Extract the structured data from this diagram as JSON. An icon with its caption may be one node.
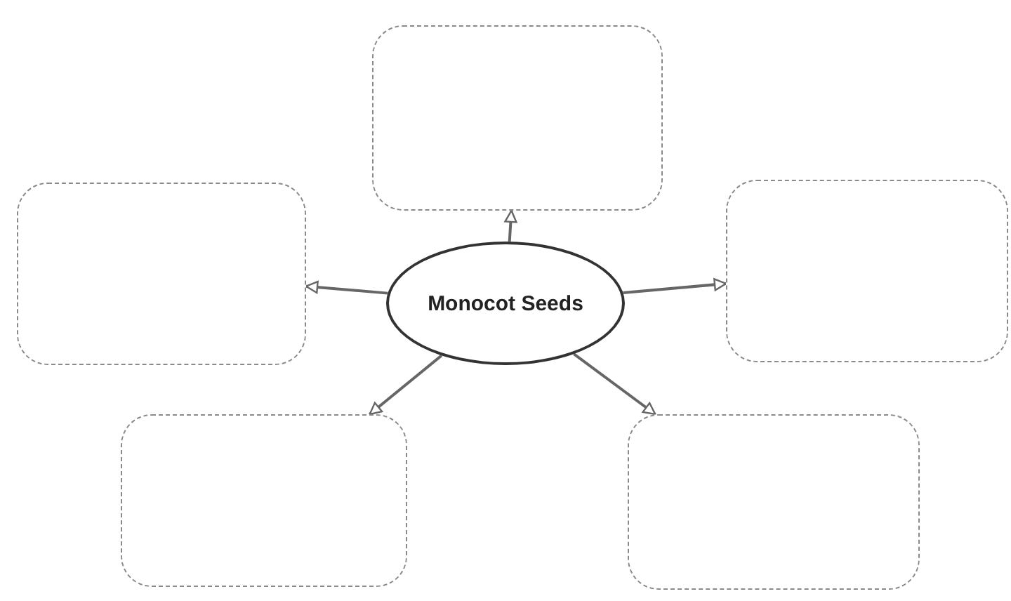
{
  "diagram": {
    "nodes": [
      {
        "text": [],
        "shape": "box"
      },
      {
        "text": [],
        "shape": "box"
      },
      {
        "text": [
          "Monocot Seeds"
        ]
      },
      {
        "text": [],
        "shape": "box"
      },
      {
        "text": [],
        "shape": "box"
      },
      {
        "text": [],
        "shape": "box"
      }
    ],
    "edges": [
      {
        "from": 2,
        "to": 0,
        "arrow": "to"
      },
      {
        "from": 2,
        "to": 1,
        "arrow": "to"
      },
      {
        "from": 2,
        "to": 3,
        "arrow": "to"
      },
      {
        "from": 2,
        "to": 4,
        "arrow": "to"
      },
      {
        "from": 2,
        "to": 5,
        "arrow": "to"
      }
    ]
  }
}
